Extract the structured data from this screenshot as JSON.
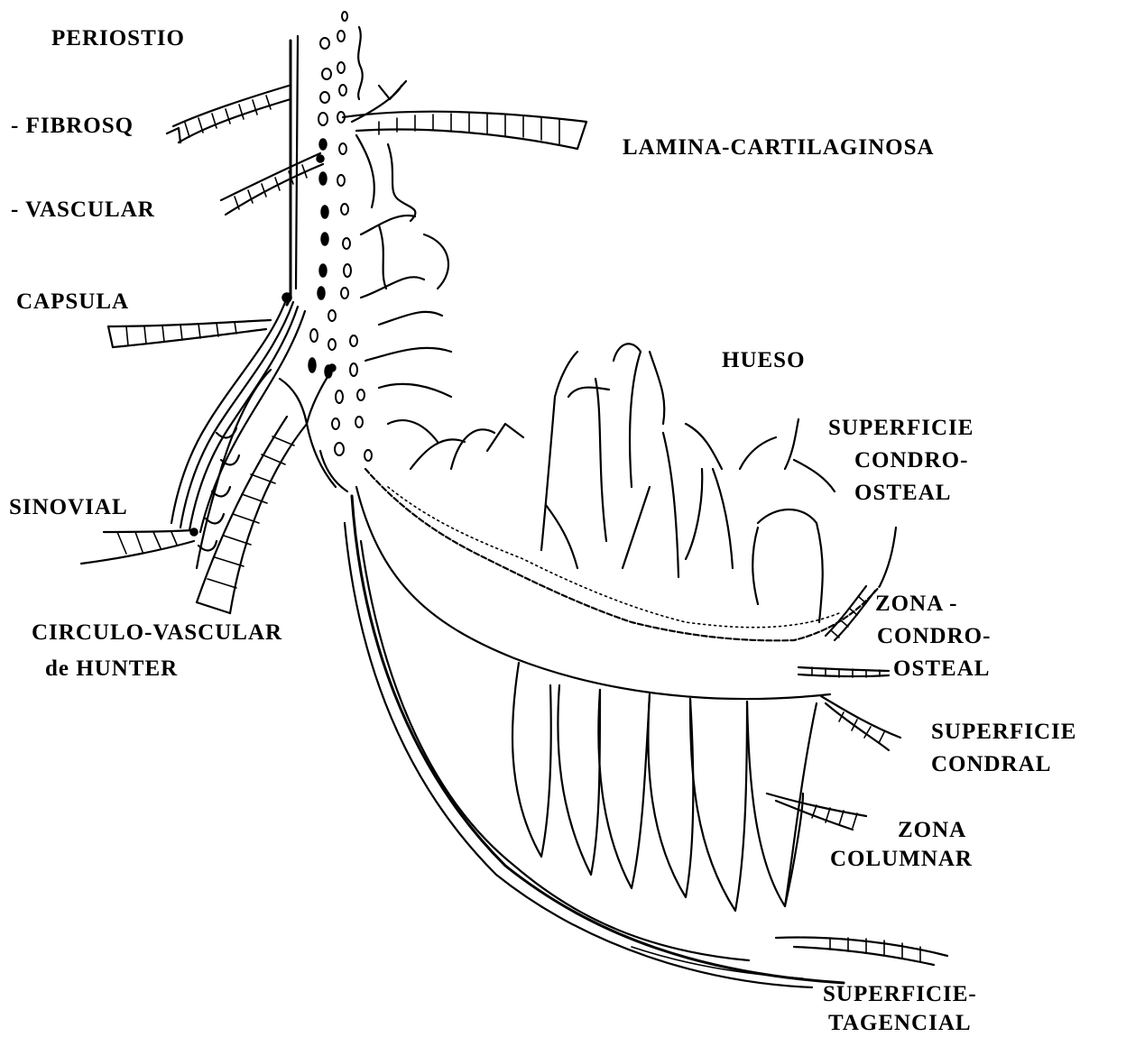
{
  "labels": {
    "periostio": "PERIOSTIO",
    "fibrosq": "- FIBROSQ",
    "vascular": "- VASCULAR",
    "capsula": "CAPSULA",
    "sinovial": "SINOVIAL",
    "circulo_1": "CIRCULO-VASCULAR",
    "circulo_2": "de HUNTER",
    "lamina": "LAMINA-CARTILAGINOSA",
    "hueso": "HUESO",
    "sup_condro_1": "SUPERFICIE",
    "sup_condro_2": "CONDRO-",
    "sup_condro_3": "OSTEAL",
    "zona_condro_1": "ZONA -",
    "zona_condro_2": "CONDRO-",
    "zona_condro_3": "OSTEAL",
    "sup_condral_1": "SUPERFICIE",
    "sup_condral_2": "CONDRAL",
    "zona_col_1": "ZONA",
    "zona_col_2": "COLUMNAR",
    "sup_tang_1": "SUPERFICIE-",
    "sup_tang_2": "TAGENCIAL"
  }
}
